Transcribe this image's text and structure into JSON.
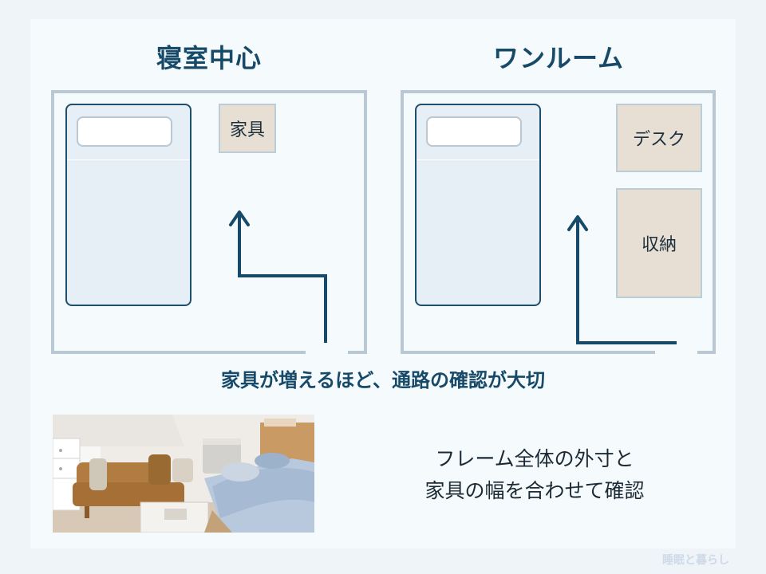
{
  "left_panel": {
    "title": "寝室中心",
    "furniture_label": "家具"
  },
  "right_panel": {
    "title": "ワンルーム",
    "desk_label": "デスク",
    "storage_label": "収納"
  },
  "caption": "家具が増えるほど、通路の確認が大切",
  "note": {
    "line1": "フレーム全体の外寸と",
    "line2": "家具の幅を合わせて確認"
  },
  "watermark": "睡眠と暮らし",
  "colors": {
    "navy": "#164a68",
    "wall": "#b9c8d2",
    "furniture": "#e8dfd4",
    "bed": "#e6eef6",
    "background": "#f5fafc"
  }
}
